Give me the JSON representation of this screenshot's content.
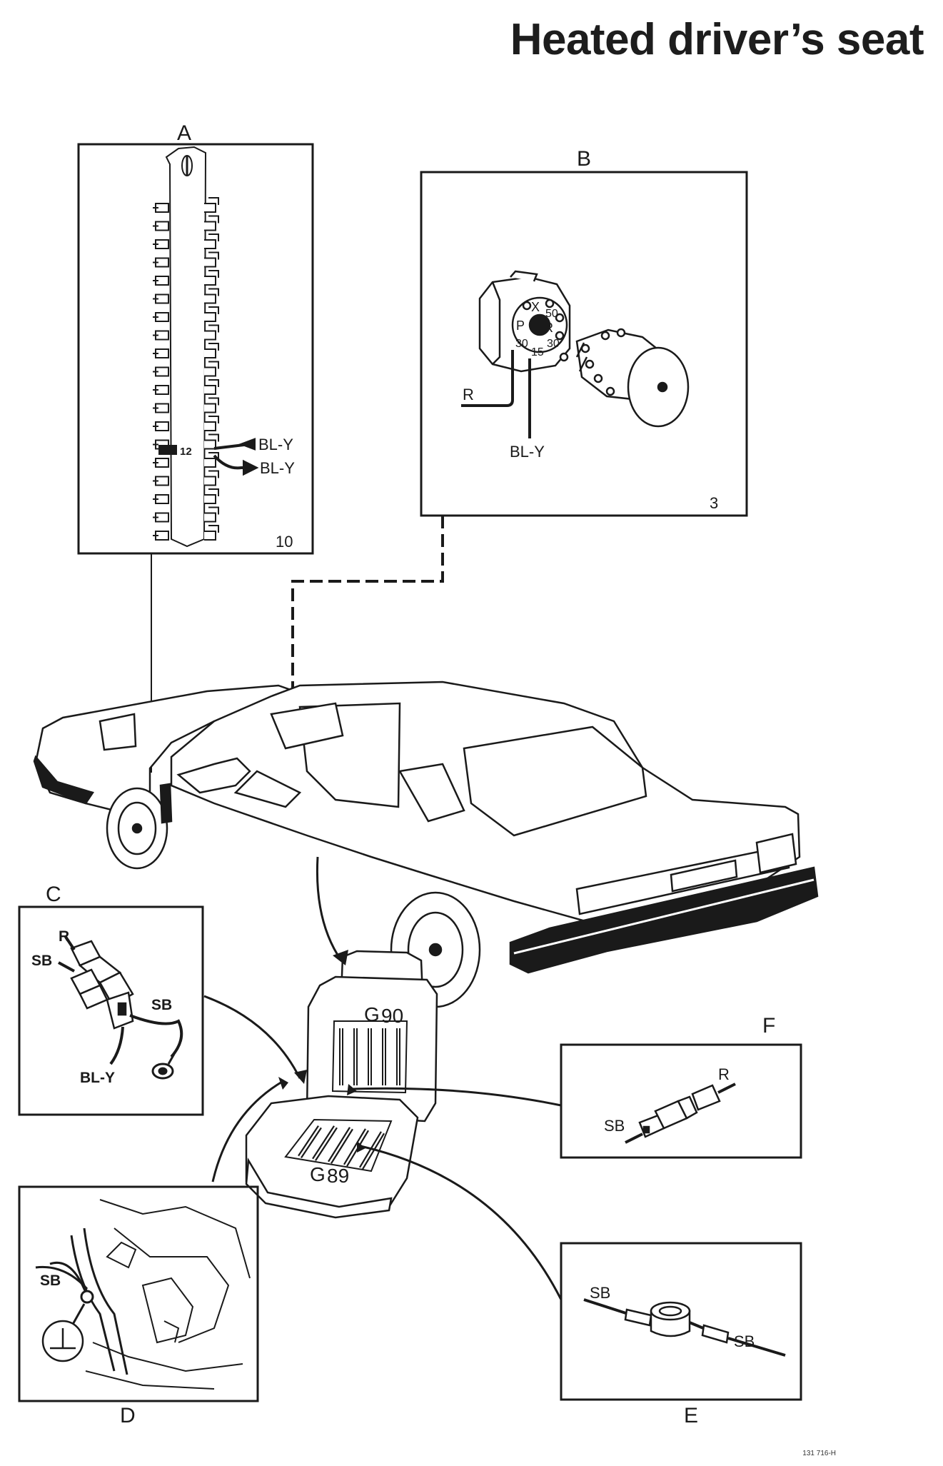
{
  "title": "Heated driver’s seat",
  "reference": "131 716-H",
  "panels": {
    "A": {
      "letter": "A",
      "number": "10",
      "terminal": "12",
      "wire_top": "BL-Y",
      "wire_bottom": "BL-Y"
    },
    "B": {
      "letter": "B",
      "number": "3",
      "wire_r": "R",
      "wire_bly": "BL-Y",
      "terminals": [
        "X",
        "50",
        "P",
        "R",
        "30",
        "30",
        "15"
      ]
    },
    "C": {
      "letter": "C",
      "wire_r": "R",
      "wire_sb_left": "SB",
      "wire_sb_right": "SB",
      "wire_bly": "BL-Y"
    },
    "D": {
      "letter": "D",
      "wire_sb": "SB"
    },
    "E": {
      "letter": "E",
      "wire_sb_left": "SB",
      "wire_sb_right": "SB"
    },
    "F": {
      "letter": "F",
      "wire_r": "R",
      "wire_sb": "SB"
    }
  },
  "seat": {
    "back_label_letter": "G",
    "back_label_num": "90",
    "cushion_label_letter": "G",
    "cushion_label_num": "89"
  }
}
